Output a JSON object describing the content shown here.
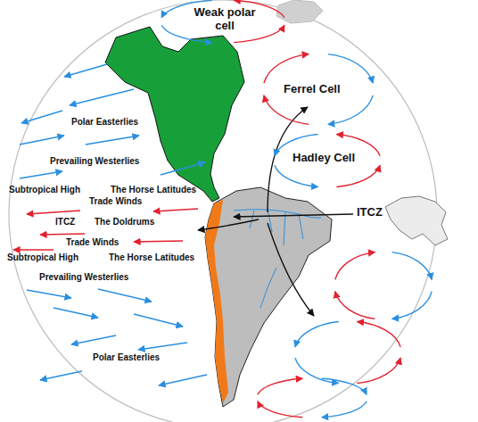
{
  "diagram": {
    "labels": [
      "Weak polar cell",
      "Ferrel Cell",
      "Polar Easterlies",
      "Hadley Cell",
      "Prevailing Westerlies",
      "Subtropical High",
      "The Horse Latitudes",
      "Trade Winds",
      "ITCZ",
      "ITCZ",
      "The Doldrums",
      "Trade Winds",
      "Subtropical High",
      "The Horse Latitudes",
      "Prevailing Westerlies",
      "Polar Easterlies"
    ]
  }
}
